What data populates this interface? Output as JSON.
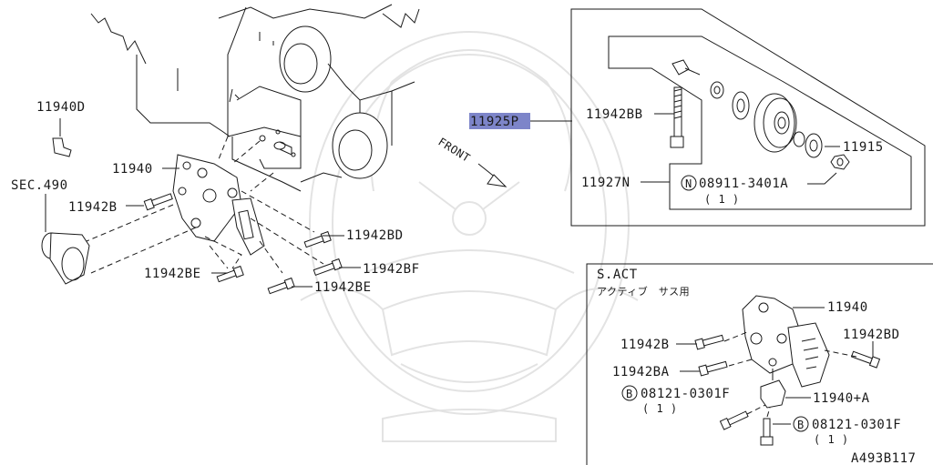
{
  "diagram": {
    "labels": {
      "sec490": "SEC.490",
      "p11940D": "11940D",
      "p11940": "11940",
      "p11942B": "11942B",
      "p11942BD": "11942BD",
      "p11942BF": "11942BF",
      "p11942BE_left": "11942BE",
      "p11942BE_right": "11942BE",
      "p11925P": "11925P",
      "p11942BB": "11942BB",
      "p11927N": "11927N",
      "p11915": "11915",
      "n08911": "08911-3401A",
      "n08911_qty": "( 1 )",
      "front": "FRONT",
      "s_act": "S.ACT",
      "s_act_jp": "アクティブ　サス用",
      "sa_11940": "11940",
      "sa_11942B": "11942B",
      "sa_11942BD": "11942BD",
      "sa_11942BA": "11942BA",
      "sa_11940A": "11940+A",
      "b08121_left": "08121-0301F",
      "b08121_left_qty": "( 1 )",
      "b08121_right": "08121-0301F",
      "b08121_right_qty": "( 1 )",
      "code": "A493B117",
      "n_sym": "N",
      "b_sym": "B"
    },
    "highlight_color": "#7d85c9",
    "line_color": "#1a1a1a",
    "watermark_color": "#e3e3e3"
  }
}
